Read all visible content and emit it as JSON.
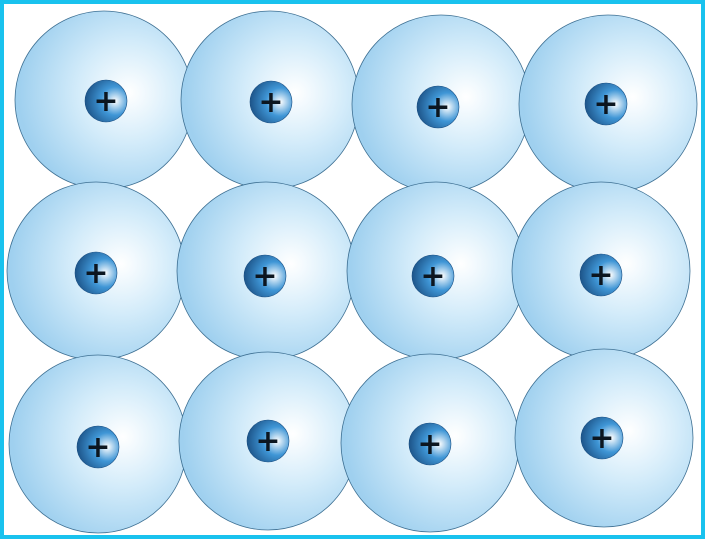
{
  "diagram": {
    "type": "metallic-lattice",
    "rows": 3,
    "columns": 4,
    "atom_symbol": "+",
    "colors": {
      "frame": "#19c2ee",
      "cloud_center": "#ffffff",
      "cloud_mid": "#d4ecfa",
      "cloud_edge": "#9fd0ef",
      "cloud_outline": "#3d6f92",
      "nucleus_highlight": "#ffffff",
      "nucleus_mid": "#3f96d6",
      "nucleus_edge": "#1a4f83",
      "symbol": "#0c1620",
      "background": "#ffffff"
    }
  }
}
